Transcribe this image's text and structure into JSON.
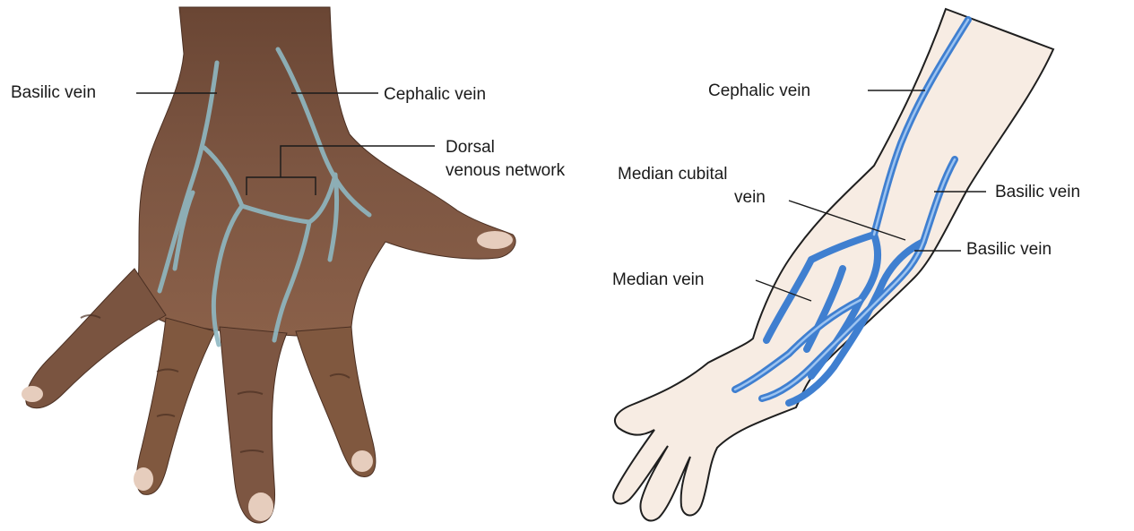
{
  "colors": {
    "skin": "#7a5440",
    "skin_light": "#a07256",
    "skin_dark": "#4a2f22",
    "nail": "#e6cdbd",
    "vein_photo": "#8fb8c2",
    "arm_fill": "#f7ece3",
    "arm_outline": "#1f1f1f",
    "vein_diagram": "#3f7fd0",
    "leader": "#1a1a1a"
  },
  "left_panel": {
    "labels": {
      "basilic": "Basilic vein",
      "cephalic": "Cephalic vein",
      "dorsal_line1": "Dorsal",
      "dorsal_line2": "venous network"
    }
  },
  "right_panel": {
    "labels": {
      "cephalic": "Cephalic vein",
      "median_cubital_line1": "Median cubital",
      "median_cubital_line2": "vein",
      "basilic_upper": "Basilic vein",
      "basilic_lower": "Basilic vein",
      "median": "Median vein"
    }
  }
}
